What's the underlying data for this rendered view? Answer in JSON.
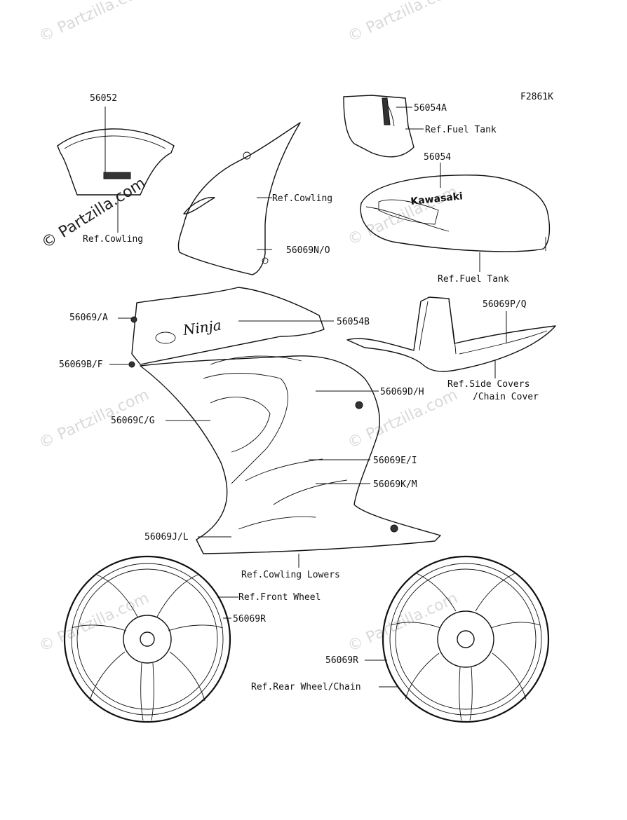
{
  "figure_code": "F2861K",
  "watermark": {
    "text": "© Partzilla.com"
  },
  "labels": {
    "windshield_part": "56052",
    "windshield_ref": "Ref.Cowling",
    "tank_cover_part": "56054A",
    "tank_cover_ref": "Ref.Fuel Tank",
    "tank_part": "56054",
    "tank_ref": "Ref.Fuel Tank",
    "tank_logo": "Kawasaki",
    "upper_cowl_ref": "Ref.Cowling",
    "upper_cowl_part": "56069N/O",
    "side_a": "56069/A",
    "side_b": "56054B",
    "side_bf": "56069B/F",
    "side_dh": "56069D/H",
    "side_cg": "56069C/G",
    "side_ei": "56069E/I",
    "side_km": "56069K/M",
    "side_jl": "56069J/L",
    "side_logo": "Ninja",
    "lowers_ref": "Ref.Cowling Lowers",
    "tail_part": "56069P/Q",
    "tail_ref_1": "Ref.Side Covers",
    "tail_ref_2": "/Chain Cover",
    "front_wheel_ref": "Ref.Front Wheel",
    "front_wheel_part": "56069R",
    "rear_wheel_part": "56069R",
    "rear_wheel_ref": "Ref.Rear Wheel/Chain"
  },
  "colors": {
    "line": "#111111",
    "watermark": "#d9d9d9",
    "background": "#ffffff"
  }
}
